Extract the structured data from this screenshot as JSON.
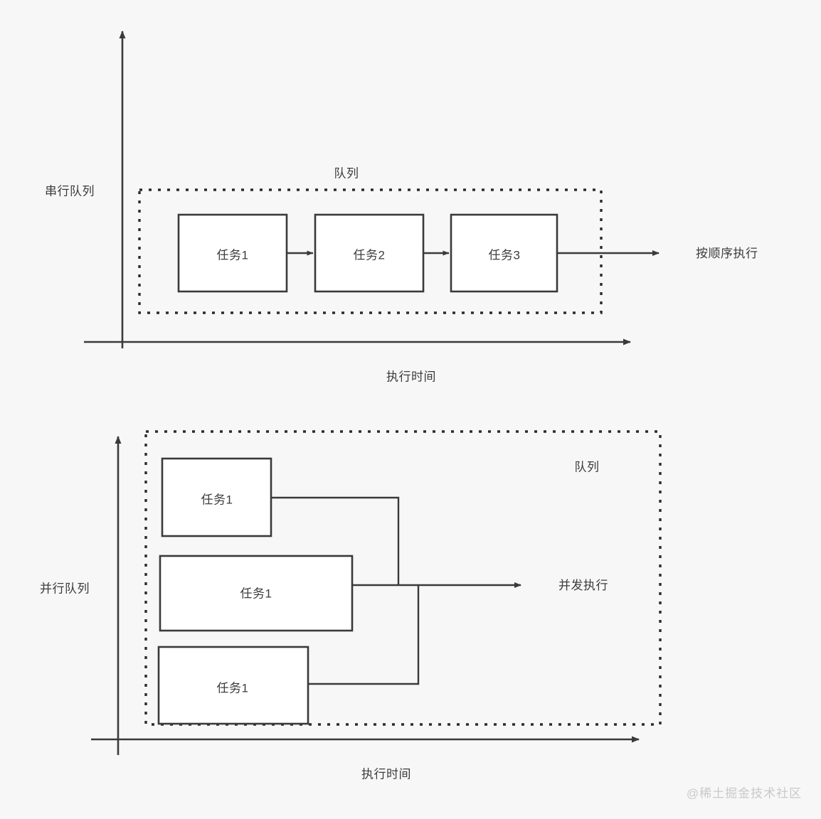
{
  "background_color": "#f7f7f7",
  "stroke_color": "#3a3a3a",
  "text_color": "#3c3c3c",
  "watermark_color": "#c9c9c9",
  "watermark": "@稀土掘金技术社区",
  "diagrams": [
    {
      "id": "serial-queue",
      "y_axis_label": "串行队列",
      "x_axis_label": "执行时间",
      "queue_label": "队列",
      "result_label": "按顺序执行",
      "tasks": [
        {
          "label": "任务1"
        },
        {
          "label": "任务2"
        },
        {
          "label": "任务3"
        }
      ]
    },
    {
      "id": "concurrent-queue",
      "y_axis_label": "并行队列",
      "x_axis_label": "执行时间",
      "queue_label": "队列",
      "result_label": "并发执行",
      "tasks": [
        {
          "label": "任务1"
        },
        {
          "label": "任务1"
        },
        {
          "label": "任务1"
        }
      ]
    }
  ]
}
